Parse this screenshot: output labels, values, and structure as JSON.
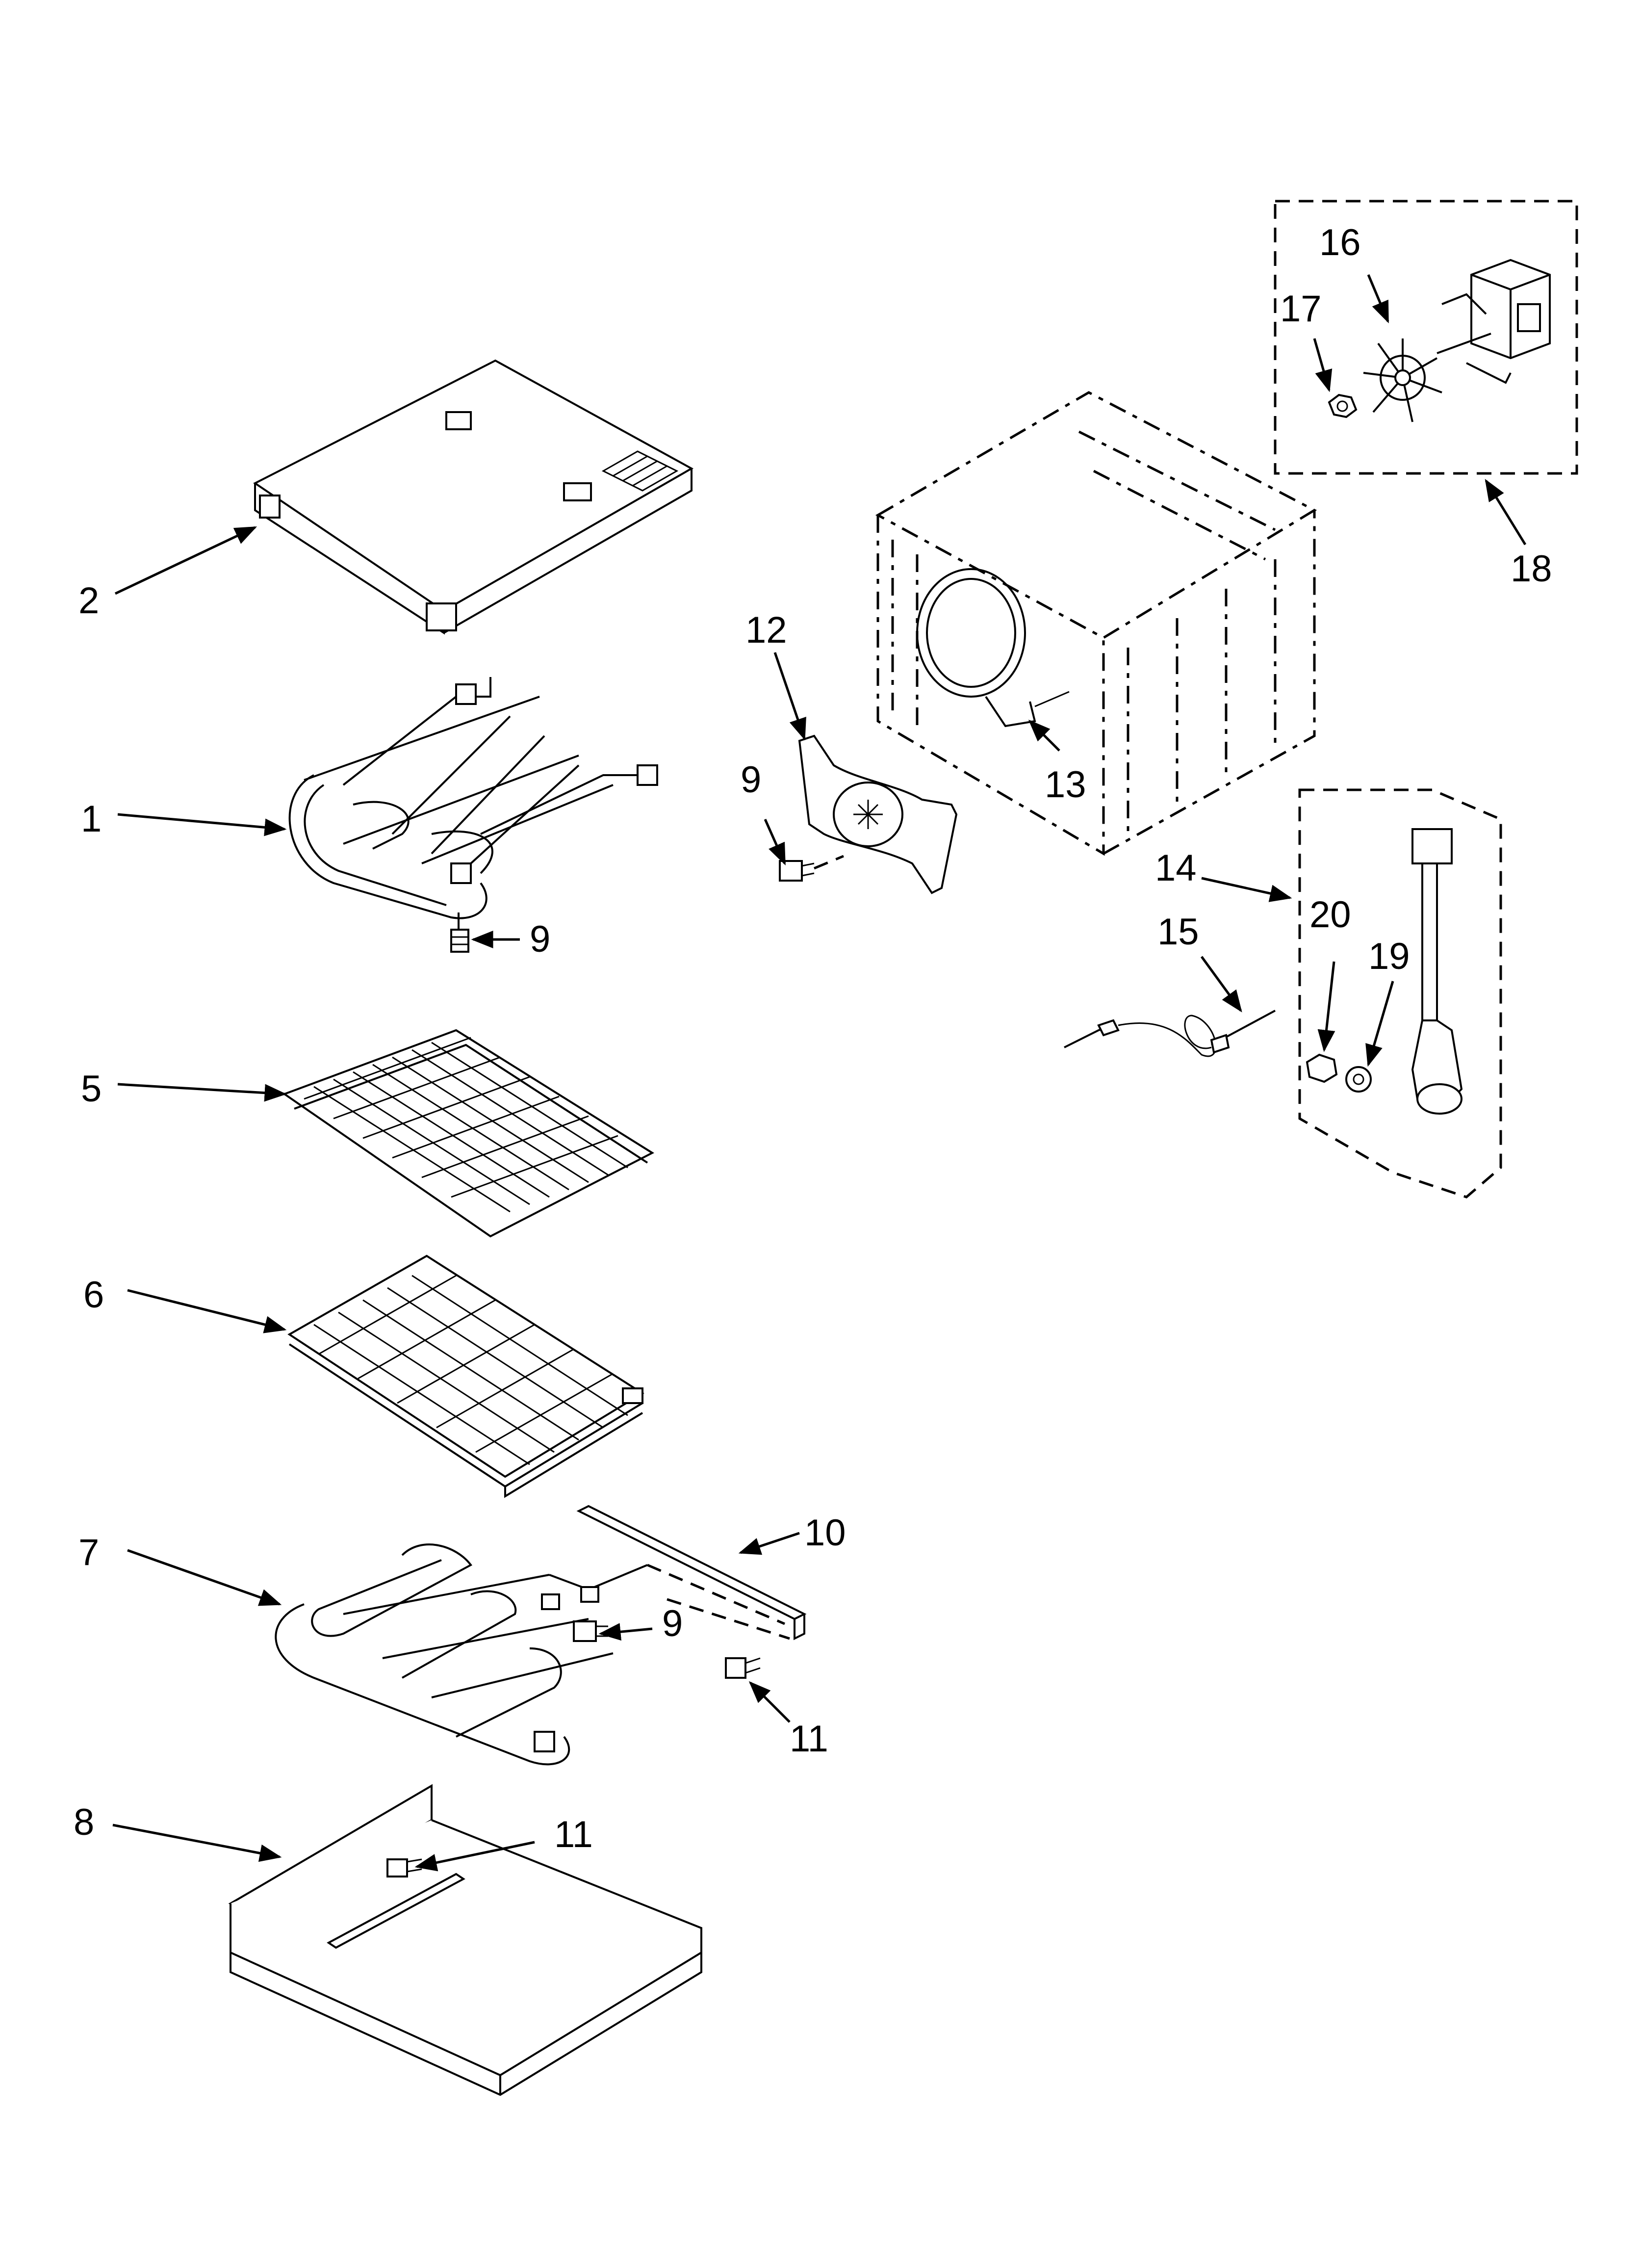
{
  "callouts": {
    "c1": "1",
    "c2": "2",
    "c5": "5",
    "c6": "6",
    "c7": "7",
    "c8": "8",
    "c9a": "9",
    "c9b": "9",
    "c9c": "9",
    "c10": "10",
    "c11a": "11",
    "c11b": "11",
    "c12": "12",
    "c13": "13",
    "c14": "14",
    "c15": "15",
    "c16": "16",
    "c17": "17",
    "c18": "18",
    "c19": "19",
    "c20": "20"
  },
  "colors": {
    "line": "#000000",
    "background": "#ffffff"
  }
}
